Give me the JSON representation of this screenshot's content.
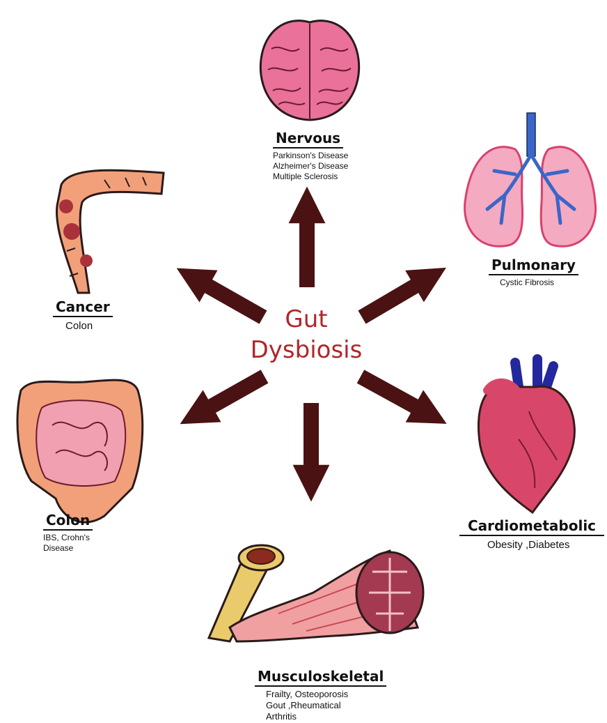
{
  "center": {
    "line1": "Gut",
    "line2": "Dysbiosis"
  },
  "systems": {
    "nervous": {
      "title": "Nervous",
      "items": [
        "Parkinson's Disease",
        "Alzheimer's Disease",
        "Multiple Sclerosis"
      ]
    },
    "pulmonary": {
      "title": "Pulmonary",
      "items": [
        "Cystic Fibrosis"
      ]
    },
    "cancer": {
      "title": "Cancer",
      "items": [
        "Colon"
      ]
    },
    "colon": {
      "title": "Colon",
      "items": [
        "IBS, Crohn's",
        "Disease"
      ]
    },
    "cardiometabolic": {
      "title": "Cardiometabolic",
      "items": [
        "Obesity ,Diabetes"
      ]
    },
    "musculoskeletal": {
      "title": "Musculoskeletal",
      "items": [
        "Frailty, Osteoporosis",
        "Gout ,Rheumatical",
        "Arthritis"
      ]
    }
  },
  "colors": {
    "arrow": "#4a1212",
    "center_text": "#b0262a"
  }
}
